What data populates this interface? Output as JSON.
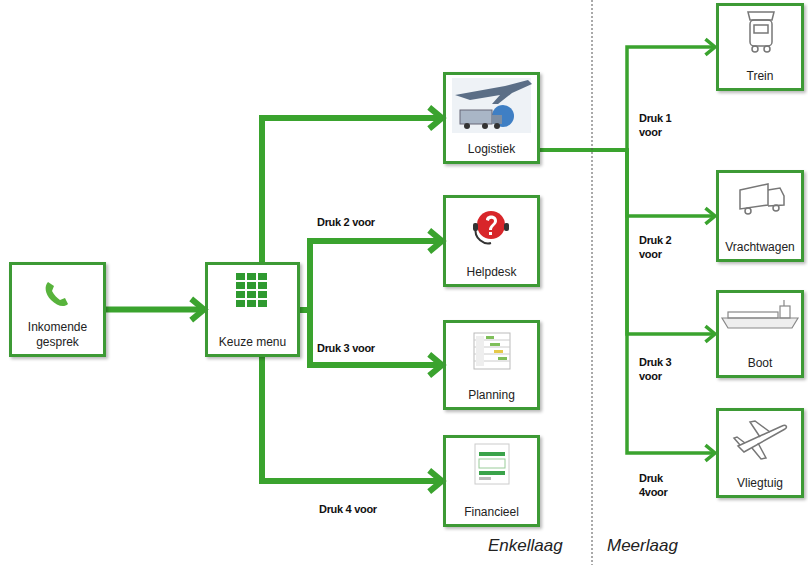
{
  "diagram": {
    "nodes": [
      {
        "text": [
          "Inkomende gesprek"
        ]
      },
      {
        "text": [
          "Keuze menu"
        ]
      },
      {
        "text": [
          "Logistiek"
        ]
      },
      {
        "text": [
          "Helpdesk"
        ]
      },
      {
        "text": [
          "Planning"
        ]
      },
      {
        "text": [
          "Financieel"
        ]
      },
      {
        "text": [
          "Trein"
        ]
      },
      {
        "text": [
          "Vrachtwagen"
        ]
      },
      {
        "text": [
          "Boot"
        ]
      },
      {
        "text": [
          "Vliegtuig"
        ]
      }
    ],
    "edges": [
      {
        "from": 0,
        "to": 1,
        "arrow": "to"
      },
      {
        "from": 1,
        "to": 2,
        "arrow": "to"
      },
      {
        "from": 1,
        "to": 3,
        "label": "Druk 2 voor",
        "arrow": "to"
      },
      {
        "from": 1,
        "to": 4,
        "label": "Druk 3 voor",
        "arrow": "to"
      },
      {
        "from": 1,
        "to": 5,
        "label": "Druk 4 voor",
        "arrow": "to"
      },
      {
        "from": 2,
        "to": 6,
        "label": "Druk 1 voor",
        "arrow": "to"
      },
      {
        "from": 2,
        "to": 7,
        "label": "Druk 2 voor",
        "arrow": "to"
      },
      {
        "from": 2,
        "to": 8,
        "label": "Druk 3 voor",
        "arrow": "to"
      },
      {
        "from": 2,
        "to": 9,
        "label": "Druk 4voor",
        "arrow": "to"
      }
    ],
    "labels": [
      "Enkellaag",
      "Meerlaag"
    ]
  }
}
